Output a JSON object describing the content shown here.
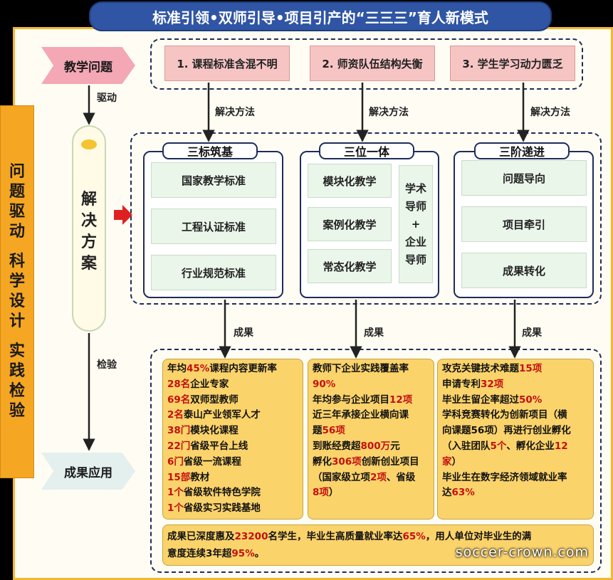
{
  "title": "标准引领•双师引导•项目引产的“三三三”育人新模式",
  "side_label": [
    "问",
    "题",
    "驱",
    "动",
    "|",
    "科",
    "学",
    "设",
    "计",
    "|",
    "实",
    "践",
    "检",
    "验"
  ],
  "left_flow": {
    "problem": "教学问题",
    "drive": "驱动",
    "solution_chars": [
      "解",
      "决",
      "方",
      "案"
    ],
    "verify": "检验",
    "application": "成果应用"
  },
  "problems": [
    "1. 课程标准含混不明",
    "2. 师资队伍结构失衡",
    "3. 学生学习动力匮乏"
  ],
  "method_label": "解决方法",
  "result_label": "成果",
  "panels": [
    {
      "title": "三标筑基",
      "items": [
        "国家教学标准",
        "工程认证标准",
        "行业规范标准"
      ]
    },
    {
      "title": "三位一体",
      "items": [
        "模块化教学",
        "案例化教学",
        "常态化教学"
      ],
      "side": [
        "学术",
        "导师",
        "+",
        "企业",
        "导师"
      ]
    },
    {
      "title": "三阶递进",
      "items": [
        "问题导向",
        "项目牵引",
        "成果转化"
      ]
    }
  ],
  "results": [
    [
      [
        [
          "年均",
          ""
        ],
        [
          "45%",
          "r"
        ],
        [
          "课程内容更新率",
          ""
        ]
      ],
      [
        [
          "28名",
          "r"
        ],
        [
          "企业专家",
          ""
        ]
      ],
      [
        [
          "69名",
          "r"
        ],
        [
          "双师型教师",
          ""
        ]
      ],
      [
        [
          "2名",
          "r"
        ],
        [
          "泰山产业领军人才",
          ""
        ]
      ],
      [
        [
          "38门",
          "r"
        ],
        [
          "模块化课程",
          ""
        ]
      ],
      [
        [
          "22门",
          "r"
        ],
        [
          "省级平台上线",
          ""
        ]
      ],
      [
        [
          "6门",
          "r"
        ],
        [
          "省级一流课程",
          ""
        ]
      ],
      [
        [
          "15部",
          "r"
        ],
        [
          "教材",
          ""
        ]
      ],
      [
        [
          "1个",
          "r"
        ],
        [
          "省级软件特色学院",
          ""
        ]
      ],
      [
        [
          "1个",
          "r"
        ],
        [
          "省级实习实践基地",
          ""
        ]
      ]
    ],
    [
      [
        [
          "教师下企业实践覆盖率",
          ""
        ]
      ],
      [
        [
          "90%",
          "r"
        ]
      ],
      [
        [
          "年均参与企业项目",
          ""
        ],
        [
          "12项",
          "r"
        ]
      ],
      [
        [
          "近三年承接企业横向课",
          ""
        ]
      ],
      [
        [
          "题",
          ""
        ],
        [
          "56项",
          "r"
        ]
      ],
      [
        [
          "到账经费超",
          ""
        ],
        [
          "800万",
          "r"
        ],
        [
          "元",
          ""
        ]
      ],
      [
        [
          "孵化",
          ""
        ],
        [
          "306项",
          "r"
        ],
        [
          "创新创业项目",
          ""
        ]
      ],
      [
        [
          "（国家级立项",
          ""
        ],
        [
          "2项",
          "r"
        ],
        [
          "、省级",
          ""
        ]
      ],
      [
        [
          "8项",
          "r"
        ],
        [
          "）",
          ""
        ]
      ]
    ],
    [
      [
        [
          "攻克关键技术难题",
          ""
        ],
        [
          "15项",
          "r"
        ]
      ],
      [
        [
          "申请专利",
          ""
        ],
        [
          "32项",
          "r"
        ]
      ],
      [
        [
          "毕业生留企率超过",
          ""
        ],
        [
          "50%",
          "r"
        ]
      ],
      [
        [
          "学科竞赛转化为创新项目（横",
          ""
        ]
      ],
      [
        [
          "向课题56项）再进行创业孵化",
          ""
        ]
      ],
      [
        [
          "（入驻团队",
          ""
        ],
        [
          "5个",
          "r"
        ],
        [
          "、孵化企业",
          ""
        ],
        [
          "12",
          "r"
        ]
      ],
      [
        [
          "家",
          "r"
        ],
        [
          "）",
          ""
        ]
      ],
      [
        [
          "毕业生在数字经济领域就业率",
          ""
        ]
      ],
      [
        [
          "达",
          ""
        ],
        [
          "63%",
          "r"
        ]
      ]
    ]
  ],
  "summary": [
    [
      [
        "成果已深度惠及",
        ""
      ],
      [
        "23200",
        "r"
      ],
      [
        "名学生，毕业生高质量就业率达",
        ""
      ],
      [
        "65%",
        "r"
      ],
      [
        "，用人单位对毕业生的满",
        ""
      ]
    ],
    [
      [
        "意度连续3年超",
        ""
      ],
      [
        "95%",
        "r"
      ],
      [
        "。",
        ""
      ]
    ]
  ],
  "watermark": "soccer-crown.com",
  "colors": {
    "title_bg": "#2f55a4",
    "side_bg": "#f5a623",
    "problem_bg": "#f7c4c4",
    "result_bg": "#fbd36b",
    "highlight": "#c40f0f"
  }
}
